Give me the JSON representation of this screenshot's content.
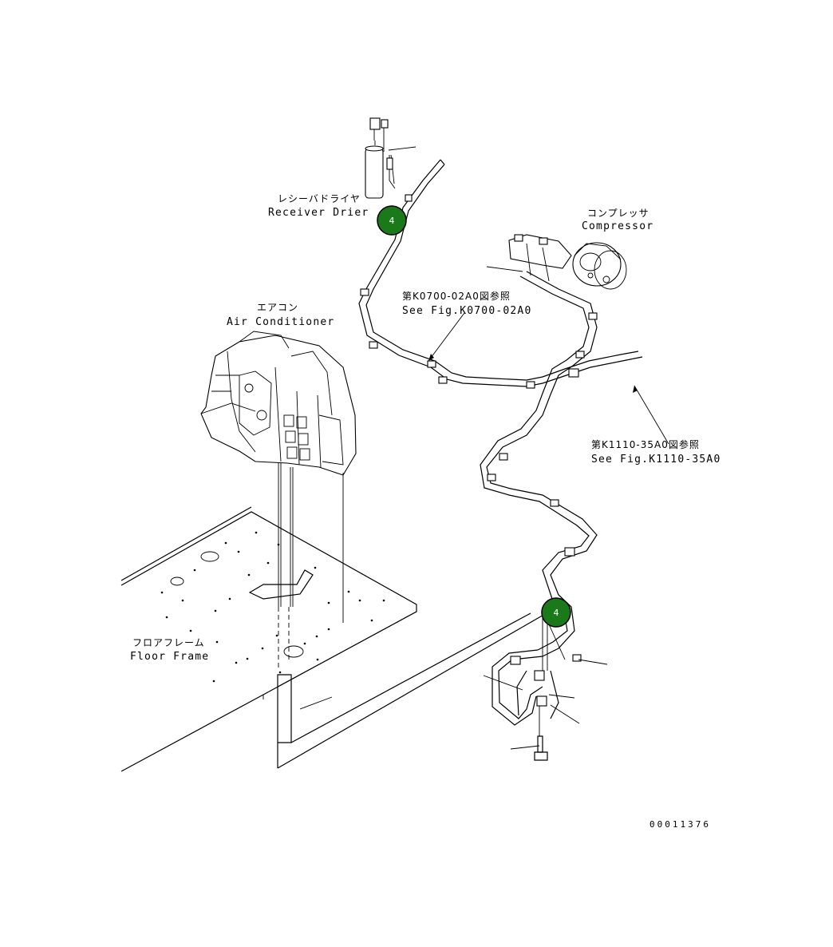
{
  "labels": {
    "receiver_drier_jp": "レシーバドライヤ",
    "receiver_drier_en": "Receiver Drier",
    "compressor_jp": "コンプレッサ",
    "compressor_en": "Compressor",
    "ref_k0700_jp": "第K0700-02A0図参照",
    "ref_k0700_en": "See Fig.K0700-02A0",
    "air_conditioner_jp": "エアコン",
    "air_conditioner_en": "Air Conditioner",
    "ref_k1110_jp": "第K1110-35A0図参照",
    "ref_k1110_en": "See Fig.K1110-35A0",
    "floor_frame_jp": "フロアフレーム",
    "floor_frame_en": "Floor Frame",
    "drawing_number": "00011376"
  },
  "callouts": [
    {
      "number": "4",
      "color": "#1a7a1a"
    },
    {
      "number": "4",
      "color": "#1a7a1a"
    }
  ]
}
